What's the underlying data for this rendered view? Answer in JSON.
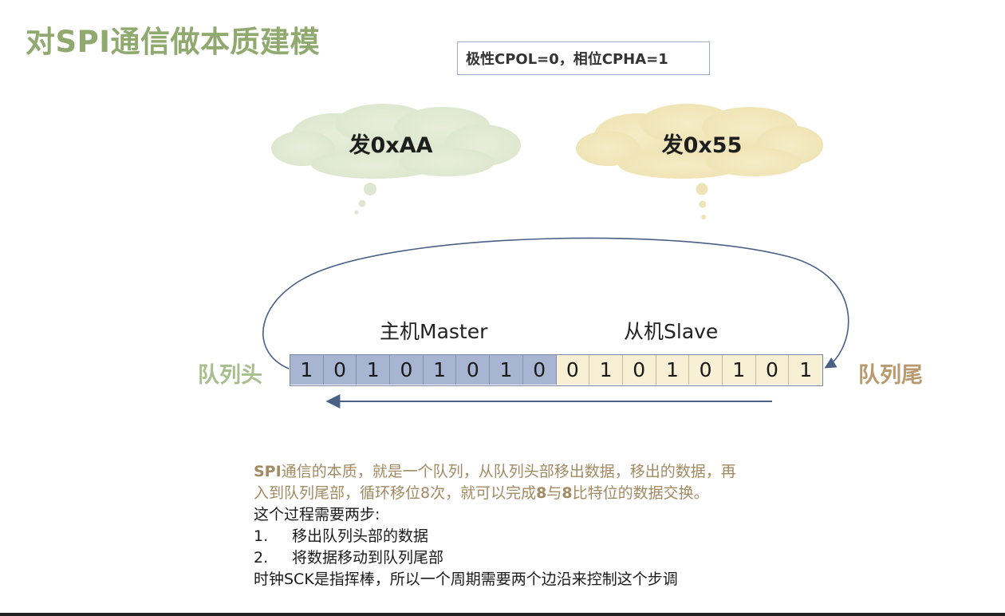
{
  "title": "对SPI通信做本质建模",
  "mode": "极性CPOL=0，相位CPHA=1",
  "master_cloud": "发0xAA",
  "slave_cloud": "发0x55",
  "master_label": "主机Master",
  "slave_label": "从机Slave",
  "queue_head": "队列头",
  "queue_tail": "队列尾",
  "master_bits": [
    "1",
    "0",
    "1",
    "0",
    "1",
    "0",
    "1",
    "0"
  ],
  "slave_bits": [
    "0",
    "1",
    "0",
    "1",
    "0",
    "1",
    "0",
    "1"
  ],
  "colors": {
    "title": "#8fa96f",
    "master_fill": "#a7b5d2",
    "slave_fill": "#f8f0d4",
    "head_label": "#a8be8e",
    "tail_label": "#b89a6e",
    "highlight_text": "#a28a63",
    "arrow": "#4a5f86"
  },
  "description": {
    "line1_a": "SPI",
    "line1_b": "通信的本质，就是一个队列，从队列头部移出数据，移出的数据，再",
    "line2_a": "入到队列尾部，循环移位8次，就可以完成",
    "line2_b": "8",
    "line2_c": "与",
    "line2_d": "8",
    "line2_e": "比特位的数据交换。",
    "line3": "这个过程需要两步:",
    "steps": [
      {
        "num": "1.",
        "text": "移出队列头部的数据"
      },
      {
        "num": "2.",
        "text": "将数据移动到队列尾部"
      }
    ],
    "line6": "时钟SCK是指挥棒，所以一个周期需要两个边沿来控制这个步调"
  }
}
